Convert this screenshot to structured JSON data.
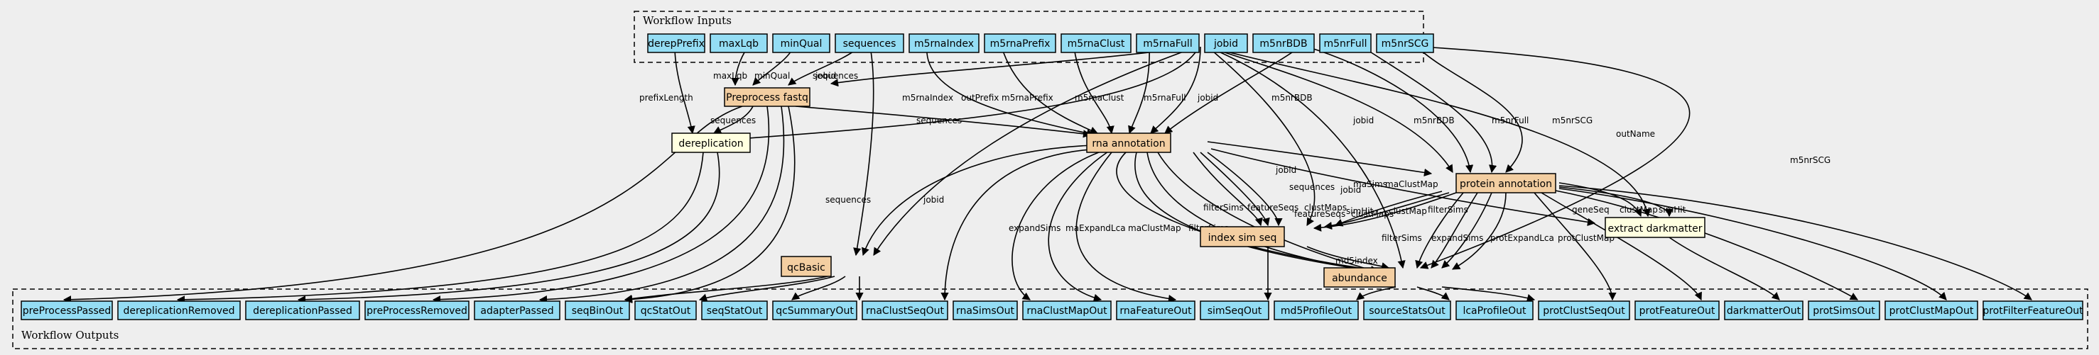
{
  "clusters": {
    "inputs": "Workflow Inputs",
    "outputs": "Workflow Outputs"
  },
  "inputs": [
    "derepPrefix",
    "maxLqb",
    "minQual",
    "sequences",
    "m5rnaIndex",
    "m5rnaPrefix",
    "m5rnaClust",
    "m5rnaFull",
    "jobid",
    "m5nrBDB",
    "m5nrFull",
    "m5nrSCG"
  ],
  "steps": {
    "preprocess": "Preprocess fastq",
    "rna": "rna annotation",
    "protein": "protein annotation",
    "index": "index sim seq",
    "abundance": "abundance",
    "qcbasic": "qcBasic"
  },
  "tools": {
    "derep": "dereplication",
    "dark": "extract darkmatter"
  },
  "outputs": [
    "preProcessPassed",
    "dereplicationRemoved",
    "dereplicationPassed",
    "preProcessRemoved",
    "adapterPassed",
    "seqBinOut",
    "qcStatOut",
    "seqStatOut",
    "qcSummaryOut",
    "rnaClustSeqOut",
    "rnaSimsOut",
    "rnaClustMapOut",
    "rnaFeatureOut",
    "simSeqOut",
    "md5ProfileOut",
    "sourceStatsOut",
    "lcaProfileOut",
    "protClustSeqOut",
    "protFeatureOut",
    "darkmatterOut",
    "protSimsOut",
    "protClustMapOut",
    "protFilterFeatureOut"
  ],
  "edge_labels": {
    "jobid_pre": "jobid",
    "maxlqb": "maxLqb",
    "minqual": "minQual",
    "seq_pre": "sequences",
    "prefix_len": "prefixLength",
    "pre_seq": "sequences",
    "pre_seq2": "sequences",
    "outprefix": "outPrefix",
    "m5rnaindex": "m5rnaIndex",
    "m5rnaprefix": "m5rnaPrefix",
    "m5rnaclust": "m5rnaClust",
    "m5rnafull": "m5rnaFull",
    "jobid_rna": "jobid",
    "m5nrbdb": "m5nrBDB",
    "jobid_prot": "jobid",
    "m5nrbdb2": "m5nrBDB",
    "m5nrfull": "m5nrFull",
    "m5nrscg": "m5nrSCG",
    "outname": "outName",
    "m5nrscg2": "m5nrSCG",
    "jobid_idx": "jobid",
    "jobid_ab": "jobid",
    "seq_qc": "sequences",
    "jobid_qc": "jobid",
    "rna_seq": "sequences",
    "rna_masims": "maSims",
    "rna_maclustmap": "maClustMap",
    "rna_simhit": "simHit",
    "rna_clustmap": "clustMap",
    "rna_filtersims": "filterSims",
    "rna_featureseqs": "featureSeqs",
    "rna_clustmaps": "clustMaps",
    "rna_expandsims": "expandSims",
    "rna_maexpandlca": "maExpandLca",
    "rna_maclustmap2": "maClustMap",
    "rna_filtersims2": "filterSims",
    "prot_genseq": "geneSeq",
    "prot_clustmap": "clustMap",
    "prot_simhit": "simHit",
    "prot_filtersims": "filterSims",
    "prot_featureseqs": "featureSeqs",
    "prot_clustmaps": "clustMaps",
    "prot_filtersims2": "filterSims",
    "prot_expandsims": "expandSims",
    "prot_expandlca": "protExpandLca",
    "prot_clustmap2": "protClustMap",
    "md5index": "md5index"
  }
}
